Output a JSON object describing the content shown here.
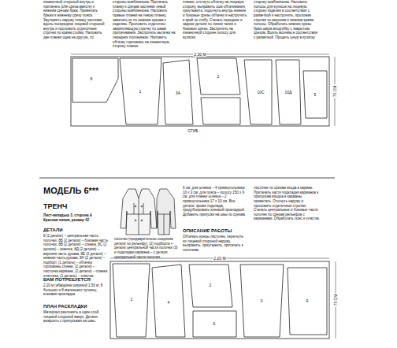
{
  "diagram": {
    "title": "МОДЕЛЬ 6***",
    "labels": [
      "изнаночной стороной внутрь и притачать (обе среза вместе) к нижним срезам брюк. Приметать брюки к нижнему срезу пояса. Заутюжить наружу планку застежки вдоль посередине лицевой стороной внутрь и проложить отделочные строчки по краям стойки. Наложить две планки одна на другую, со",
      "стороны комбинезона. Притачать планку к срезам застежки левой стороны комбинезона. Наложить правые планки на левую планку, заметать их по нижним срезам к изделию. Проложить отделочно-закрепляющую строчку по швам притачивания. Застрочить вытачки на передних половинках. Наложить обтачку горловины на изнаночную сторону планок.",
      "планке, отогнуть обтачку на лицевую сторону, выправить шов обтачивания, приутюжить; подогнуть внутрь нижние и боковые срезы обтачки и настрочить в край по сгибу. Стачать передние и задние детали по линии талии и боковые срезы. Застрочить на изнаночной стороне полосу для кулиски.",
      "сторону комбинезона. Наложить полосы для кулисок на лицевую сторону изделия в соответствии с разметкой и настрочить, проложив строчки по верхним и нижним краям полосы. Обработать нижние срезы брюк швом вподгибку с закрытым срезом. Вшить молнию в соответствии с разметкой. Продеть шнур в кулиску.",
      "2.30 M",
      "75 СМ",
      "СГИБ",
      "8",
      "1",
      "3А",
      "2",
      "10С",
      "10Д",
      "5",
      "ТРЕНЧ",
      "Лист-вкладыш 3, сторона А",
      "Красная линия, размер 42",
      "ДЕТАЛИ",
      "8 (2 детали) – центральная часть полочки, 8Б (2 детали) – боковая часть полочки, 8В (2 детали) – спинка, 8С (2 детали) – кокетка, 8Д (2 детали) – верхняя часть рукава, 8Е (2 детали) – нижняя часть рукава, 8Н (2 детали) – подборт, (1 деталь) – обтачка горловины спинки, (2 детали) – листочка кармана, (2 детали) – планка хлястика, (1 деталь) – хлястик.",
      "ВАМ ПОТРЕБУЕТСЯ",
      "2,20 м габардина шириной 1,50 м; 8 больших и 8 маленьких пуговиц; клеевая прокладка.",
      "ПЛАН РАСКЛАДКИ",
      "Материал разложить в один слой лицевой стороной вверх. Детали выкроить с припусками на швы.",
      "полочки (предварительно соединив детали по рельефу), (2) подборта + детали центральной части полочки (3) и подкладки кармана – с детали центральной части полочки.",
      "6 см, для шлевок – 4 прямоугольника 10 х 3 см, для пояса – полосу 150 х 9 см, для планки шлевок – 2 прямоугольника 17 х 10 см. Все детали, кроме подклада, продублировать клеевой прокладкой. Добавить припуски на швы по срезам.",
      "ОПИСАНИЕ РАБОТЫ",
      "Обтачать концы листочек, перегнуть их лицевой стороной наружу, выправить, приутюжить, притачать к полочкам.",
      "листочки по срезам входа в карман. Притачать части подкладки карманов к припускам входов в карманы, приметать. Отогнуть наружу и проложить отделочные строчки. Стачать центральные и боковые части полочек по срезам рельефов с карманами. Обработать пояс и хлястик.",
      "2.20 M",
      "75 СМ",
      "1",
      "4",
      "2",
      "6",
      "3",
      "9"
    ]
  }
}
